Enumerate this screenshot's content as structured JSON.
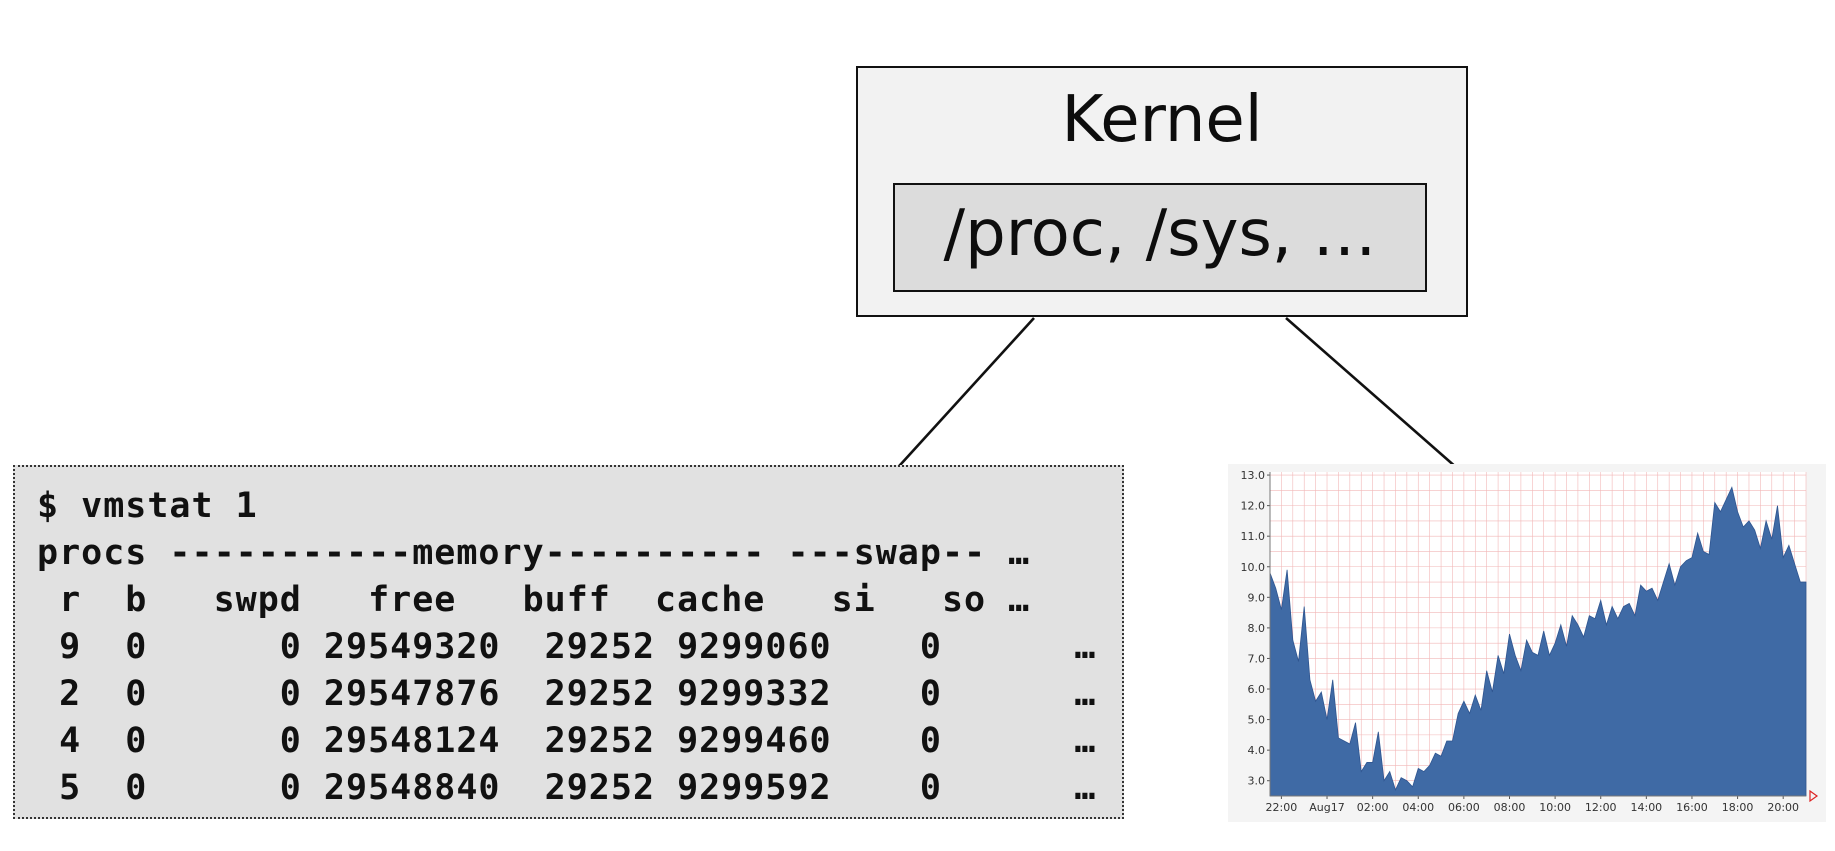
{
  "kernel": {
    "title": "Kernel",
    "interface_label": "/proc, /sys, …"
  },
  "terminal": {
    "lines": [
      "$ vmstat 1",
      "procs -----------memory---------- ---swap-- …",
      " r  b   swpd   free   buff  cache   si   so …",
      " 9  0      0 29549320  29252 9299060    0      …",
      " 2  0      0 29547876  29252 9299332    0      …",
      " 4  0      0 29548124  29252 9299460    0      …",
      " 5  0      0 29548840  29252 9299592    0      …"
    ]
  },
  "chart_data": {
    "type": "area",
    "title": "",
    "xlabel": "",
    "ylabel": "",
    "ylim": [
      2.5,
      13.1
    ],
    "xlim": [
      21.5,
      45.0
    ],
    "grid": true,
    "color": "#3f6aa5",
    "grid_color": "#f2b7b7",
    "y_ticks": [
      3.0,
      4.0,
      5.0,
      6.0,
      7.0,
      8.0,
      9.0,
      10.0,
      11.0,
      12.0,
      13.0
    ],
    "y_tick_labels": [
      "3.0",
      "4.0",
      "5.0",
      "6.0",
      "7.0",
      "8.0",
      "9.0",
      "10.0",
      "11.0",
      "12.0",
      "13.0"
    ],
    "x_ticks": [
      22,
      24,
      26,
      28,
      30,
      32,
      34,
      36,
      38,
      40,
      42,
      44
    ],
    "x_tick_labels": [
      "22:00",
      "Aug17",
      "02:00",
      "04:00",
      "06:00",
      "08:00",
      "10:00",
      "12:00",
      "14:00",
      "16:00",
      "18:00",
      "20:00"
    ],
    "x": [
      21.5,
      21.75,
      22.0,
      22.25,
      22.5,
      22.75,
      23.0,
      23.25,
      23.5,
      23.75,
      24.0,
      24.25,
      24.5,
      24.75,
      25.0,
      25.25,
      25.5,
      25.75,
      26.0,
      26.25,
      26.5,
      26.75,
      27.0,
      27.25,
      27.5,
      27.75,
      28.0,
      28.25,
      28.5,
      28.75,
      29.0,
      29.25,
      29.5,
      29.75,
      30.0,
      30.25,
      30.5,
      30.75,
      31.0,
      31.25,
      31.5,
      31.75,
      32.0,
      32.25,
      32.5,
      32.75,
      33.0,
      33.25,
      33.5,
      33.75,
      34.0,
      34.25,
      34.5,
      34.75,
      35.0,
      35.25,
      35.5,
      35.75,
      36.0,
      36.25,
      36.5,
      36.75,
      37.0,
      37.25,
      37.5,
      37.75,
      38.0,
      38.25,
      38.5,
      38.75,
      39.0,
      39.25,
      39.5,
      39.75,
      40.0,
      40.25,
      40.5,
      40.75,
      41.0,
      41.25,
      41.5,
      41.75,
      42.0,
      42.25,
      42.5,
      42.75,
      43.0,
      43.25,
      43.5,
      43.75,
      44.0,
      44.25,
      44.5,
      44.75,
      45.0
    ],
    "y": [
      9.8,
      9.3,
      8.6,
      9.9,
      7.6,
      6.9,
      8.7,
      6.3,
      5.6,
      5.9,
      5.0,
      6.3,
      4.4,
      4.3,
      4.2,
      4.9,
      3.3,
      3.6,
      3.6,
      4.6,
      3.0,
      3.3,
      2.7,
      3.1,
      3.0,
      2.8,
      3.4,
      3.3,
      3.5,
      3.9,
      3.8,
      4.3,
      4.3,
      5.2,
      5.6,
      5.2,
      5.8,
      5.3,
      6.6,
      5.9,
      7.1,
      6.5,
      7.8,
      7.1,
      6.6,
      7.6,
      7.2,
      7.1,
      7.9,
      7.1,
      7.5,
      8.1,
      7.4,
      8.4,
      8.1,
      7.7,
      8.4,
      8.3,
      8.9,
      8.1,
      8.7,
      8.3,
      8.7,
      8.8,
      8.4,
      9.4,
      9.2,
      9.3,
      8.9,
      9.5,
      10.1,
      9.4,
      10.0,
      10.2,
      10.3,
      11.1,
      10.5,
      10.4,
      12.1,
      11.8,
      12.2,
      12.6,
      11.8,
      11.3,
      11.5,
      11.2,
      10.6,
      11.5,
      10.9,
      12.0,
      10.3,
      10.7,
      10.1,
      9.5,
      9.5
    ]
  }
}
